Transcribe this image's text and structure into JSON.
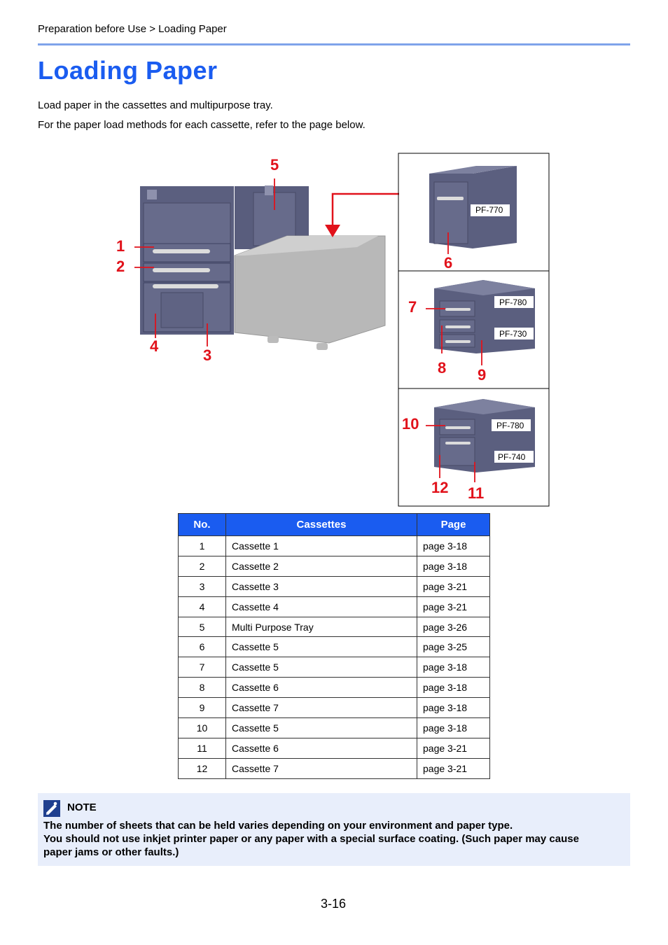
{
  "breadcrumb": "Preparation before Use > Loading Paper",
  "title": "Loading Paper",
  "intro": [
    "Load paper in the cassettes and multipurpose tray.",
    "For the paper load methods for each cassette, refer to the page below."
  ],
  "figure": {
    "callouts": [
      "1",
      "2",
      "3",
      "4",
      "5",
      "6",
      "7",
      "8",
      "9",
      "10",
      "11",
      "12"
    ],
    "models": [
      "PF-770",
      "PF-780",
      "PF-730",
      "PF-780",
      "PF-740"
    ],
    "callout_color": "#e1121b",
    "device_color": "#5b5f7f"
  },
  "table": {
    "headers": [
      "No.",
      "Cassettes",
      "Page"
    ],
    "rows": [
      [
        "1",
        "Cassette 1",
        "page 3-18"
      ],
      [
        "2",
        "Cassette 2",
        "page 3-18"
      ],
      [
        "3",
        "Cassette 3",
        "page 3-21"
      ],
      [
        "4",
        "Cassette 4",
        "page 3-21"
      ],
      [
        "5",
        "Multi Purpose Tray",
        "page 3-26"
      ],
      [
        "6",
        "Cassette 5",
        "page 3-25"
      ],
      [
        "7",
        "Cassette 5",
        "page 3-18"
      ],
      [
        "8",
        "Cassette 6",
        "page 3-18"
      ],
      [
        "9",
        "Cassette 7",
        "page 3-18"
      ],
      [
        "10",
        "Cassette 5",
        "page 3-18"
      ],
      [
        "11",
        "Cassette 6",
        "page 3-21"
      ],
      [
        "12",
        "Cassette 7",
        "page 3-21"
      ]
    ]
  },
  "note": {
    "icon": "note-icon",
    "title": "NOTE",
    "lines": [
      "The number of sheets that can be held varies depending on your environment and paper type.",
      "You should not use inkjet printer paper or any paper with a special surface coating. (Such paper may cause",
      "paper jams or other faults.)"
    ]
  },
  "page_number": "3-16",
  "colors": {
    "accent": "#1a5cf0",
    "rule": "#7fa3ea",
    "note_bg": "#e8eefb"
  }
}
